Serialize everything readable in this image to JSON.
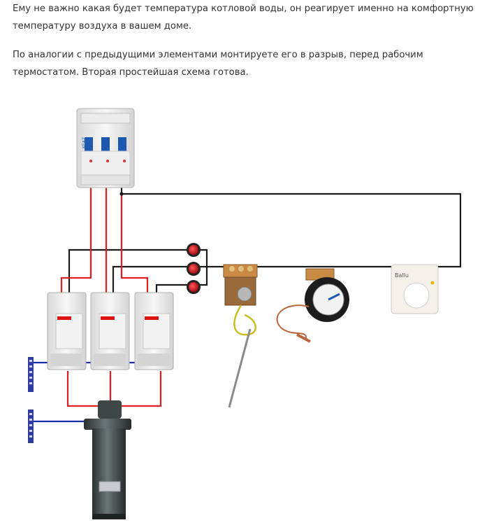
{
  "article": {
    "paragraph1": "Ему не важно какая будет температура котловой воды, он реагирует именно на комфортную температуру воздуха в вашем доме.",
    "paragraph2": "По аналогии с предыдущими элементами монтируете его в разрыв, перед рабочим термостатом. Вторая простейшая схема готова."
  },
  "diagram": {
    "breaker_brand": "KEAZ",
    "room_thermostat_brand": "Ballu",
    "colors": {
      "phase_wire": "#e02020",
      "neutral_wire": "#1a1a1a",
      "zero_bus": "#1d2fa8",
      "indicator_lamp": "#d8111b"
    },
    "icons": [
      "circuit-breaker-icon",
      "contactor-icon",
      "indicator-lamp-icon",
      "capillary-thermostat-icon",
      "dial-thermostat-icon",
      "room-thermostat-icon",
      "bus-bar-icon",
      "heating-element-icon"
    ]
  }
}
